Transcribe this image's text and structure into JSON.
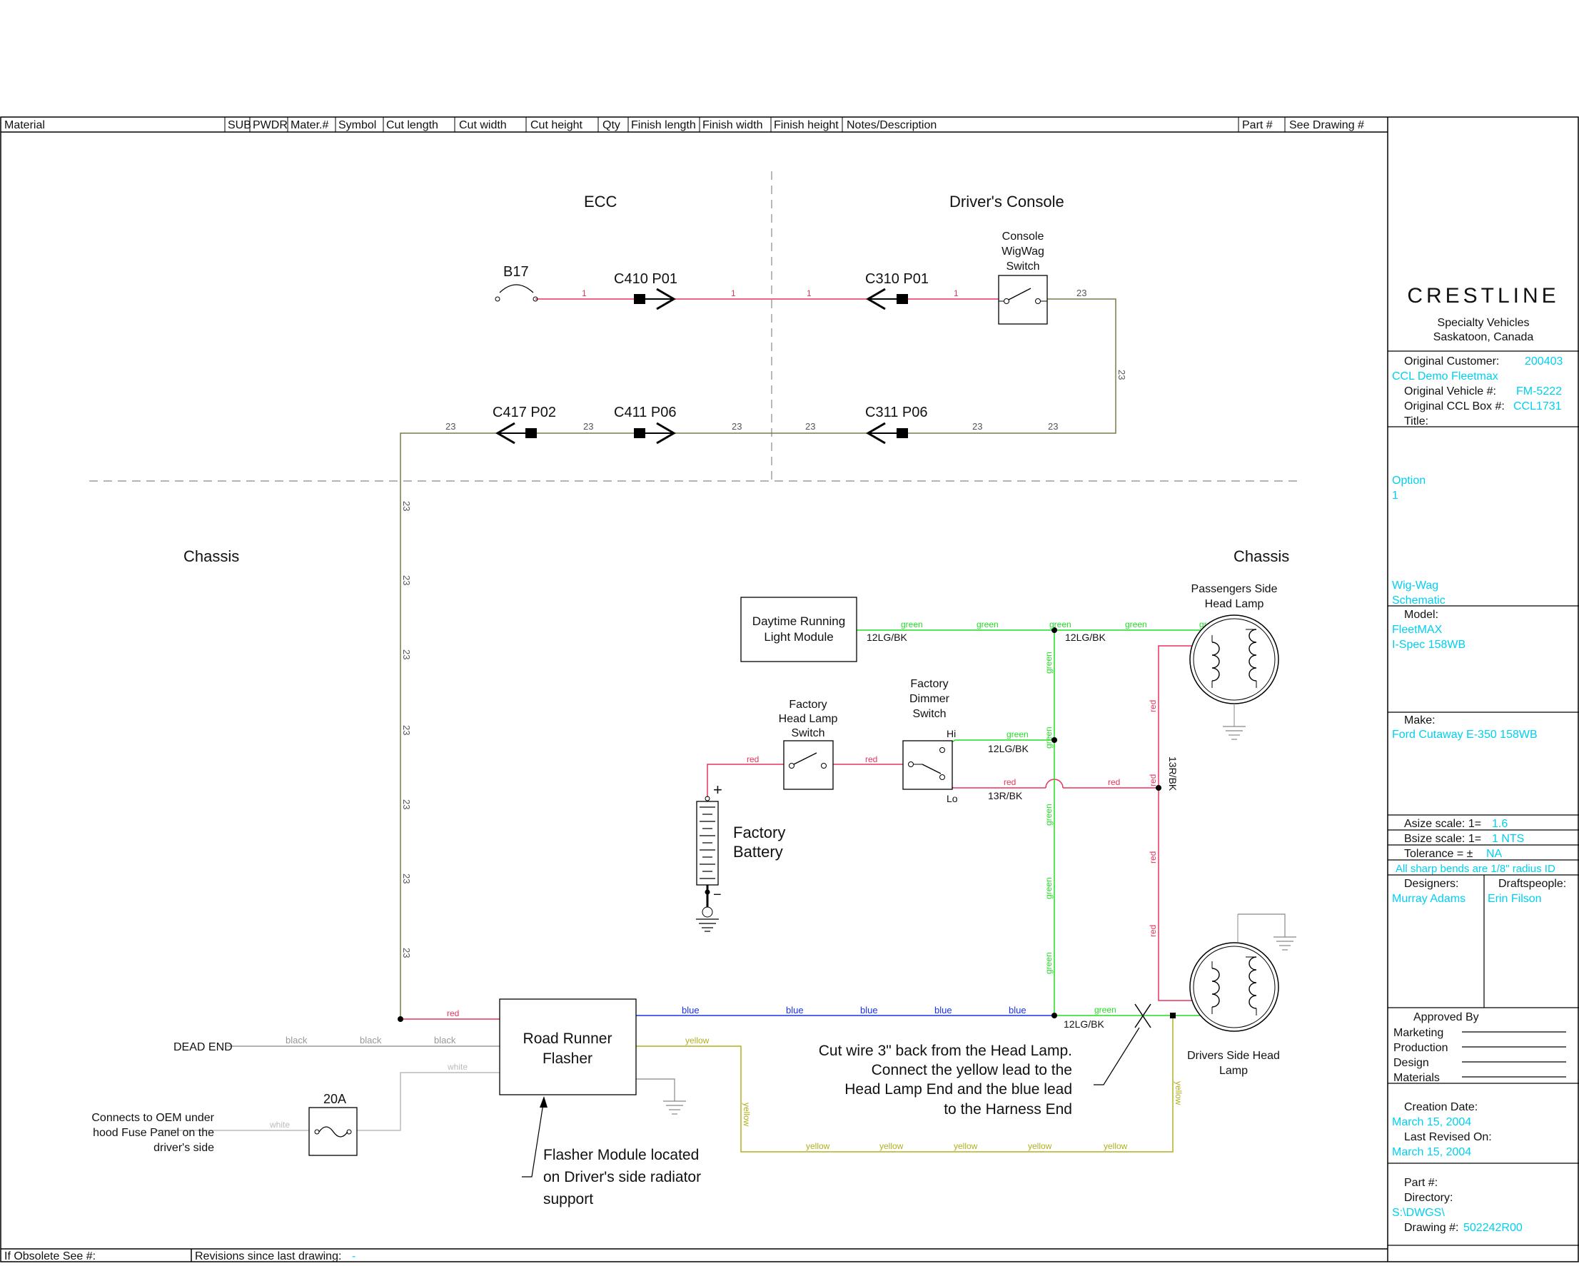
{
  "header_columns": [
    "Material",
    "SUB",
    "PWDR",
    "Mater.#",
    "Symbol",
    "Cut length",
    "Cut width",
    "Cut height",
    "Qty",
    "Finish length",
    "Finish width",
    "Finish height",
    "Notes/Description",
    "Part #",
    "See Drawing #"
  ],
  "footer": {
    "obsolete": "If Obsolete See #:",
    "revisions": "Revisions since last drawing:",
    "revisions_value": "-"
  },
  "sections": {
    "ecc": "ECC",
    "drivers_console": "Driver's Console",
    "chassis_left": "Chassis",
    "chassis_right": "Chassis"
  },
  "components": {
    "b17": "B17",
    "console_switch": [
      "Console",
      "WigWag",
      "Switch"
    ],
    "drl_module": [
      "Daytime Running",
      "Light Module"
    ],
    "head_lamp_switch": [
      "Factory",
      "Head Lamp",
      "Switch"
    ],
    "dimmer_switch": [
      "Factory",
      "Dimmer",
      "Switch"
    ],
    "dimmer_hi": "Hi",
    "dimmer_lo": "Lo",
    "battery": [
      "Factory",
      "Battery"
    ],
    "battery_plus": "+",
    "battery_minus": "−",
    "passenger_lamp": [
      "Passengers Side",
      "Head Lamp"
    ],
    "driver_lamp": [
      "Drivers Side Head",
      "Lamp"
    ],
    "flasher": [
      "Road Runner",
      "Flasher"
    ],
    "fuse": "20A",
    "dead_end": "DEAD END"
  },
  "connectors": {
    "c410": "C410 P01",
    "c310": "C310 P01",
    "c417": "C417 P02",
    "c411": "C411 P06",
    "c311": "C311 P06"
  },
  "wires": {
    "w1": "1",
    "w23": "23",
    "red": "red",
    "green": "green",
    "blue": "blue",
    "black": "black",
    "white": "white",
    "yellow": "yellow",
    "lg": "12LG/BK",
    "rbk": "13R/BK"
  },
  "notes": {
    "fuse_note": [
      "Connects to OEM under",
      "hood Fuse Panel on the",
      "driver's side"
    ],
    "flasher_note": [
      "Flasher Module located",
      "on Driver's side radiator",
      "support"
    ],
    "cut_note": [
      "Cut wire 3\" back from the Head Lamp.",
      "Connect the yellow lead to the",
      "Head Lamp End and the blue lead",
      "to the Harness End"
    ]
  },
  "title_block": {
    "logo": "CRESTLINE",
    "company": [
      "Specialty Vehicles",
      "Saskatoon, Canada"
    ],
    "orig_customer_label": "Original Customer:",
    "orig_customer_value": "200403",
    "customer_name": "CCL Demo Fleetmax",
    "orig_vehicle_label": "Original Vehicle #:",
    "orig_vehicle_value": "FM-5222",
    "orig_box_label": "Original CCL Box #:",
    "orig_box_value": "CCL1731",
    "title_label": "Title:",
    "title_value": [
      "Option",
      "1"
    ],
    "title_value2": [
      "Wig-Wag",
      "Schematic"
    ],
    "model_label": "Model:",
    "model_value": [
      "FleetMAX",
      "I-Spec 158WB"
    ],
    "make_label": "Make:",
    "make_value": "Ford Cutaway E-350 158WB",
    "asize_label": "Asize scale:  1=",
    "asize_value": "1.6",
    "bsize_label": "Bsize scale:  1=",
    "bsize_value": "1  NTS",
    "tolerance_label": "Tolerance = ±",
    "tolerance_value": "NA",
    "bends_note": "All sharp bends are 1/8\" radius ID",
    "designers_label": "Designers:",
    "designer": "Murray Adams",
    "draftspeople_label": "Draftspeople:",
    "draftsperson": "Erin Filson",
    "approved_by": "Approved By",
    "approvals": [
      "Marketing",
      "Production",
      "Design",
      "Materials"
    ],
    "creation_label": "Creation Date:",
    "creation_value": "March 15, 2004",
    "revised_label": "Last Revised On:",
    "revised_value": "March 15, 2004",
    "part_label": "Part #:",
    "directory_label": "Directory:",
    "directory_value": "S:\\DWGS\\",
    "drawing_label": "Drawing #:",
    "drawing_value": "502242R00"
  },
  "colors": {
    "red": "#e8345a",
    "green": "#22dd22",
    "olive": "#7a7a4a",
    "blue": "#1a30e8",
    "yellow": "#b0b020",
    "grey": "#999999",
    "cyan": "#00d0f0"
  }
}
